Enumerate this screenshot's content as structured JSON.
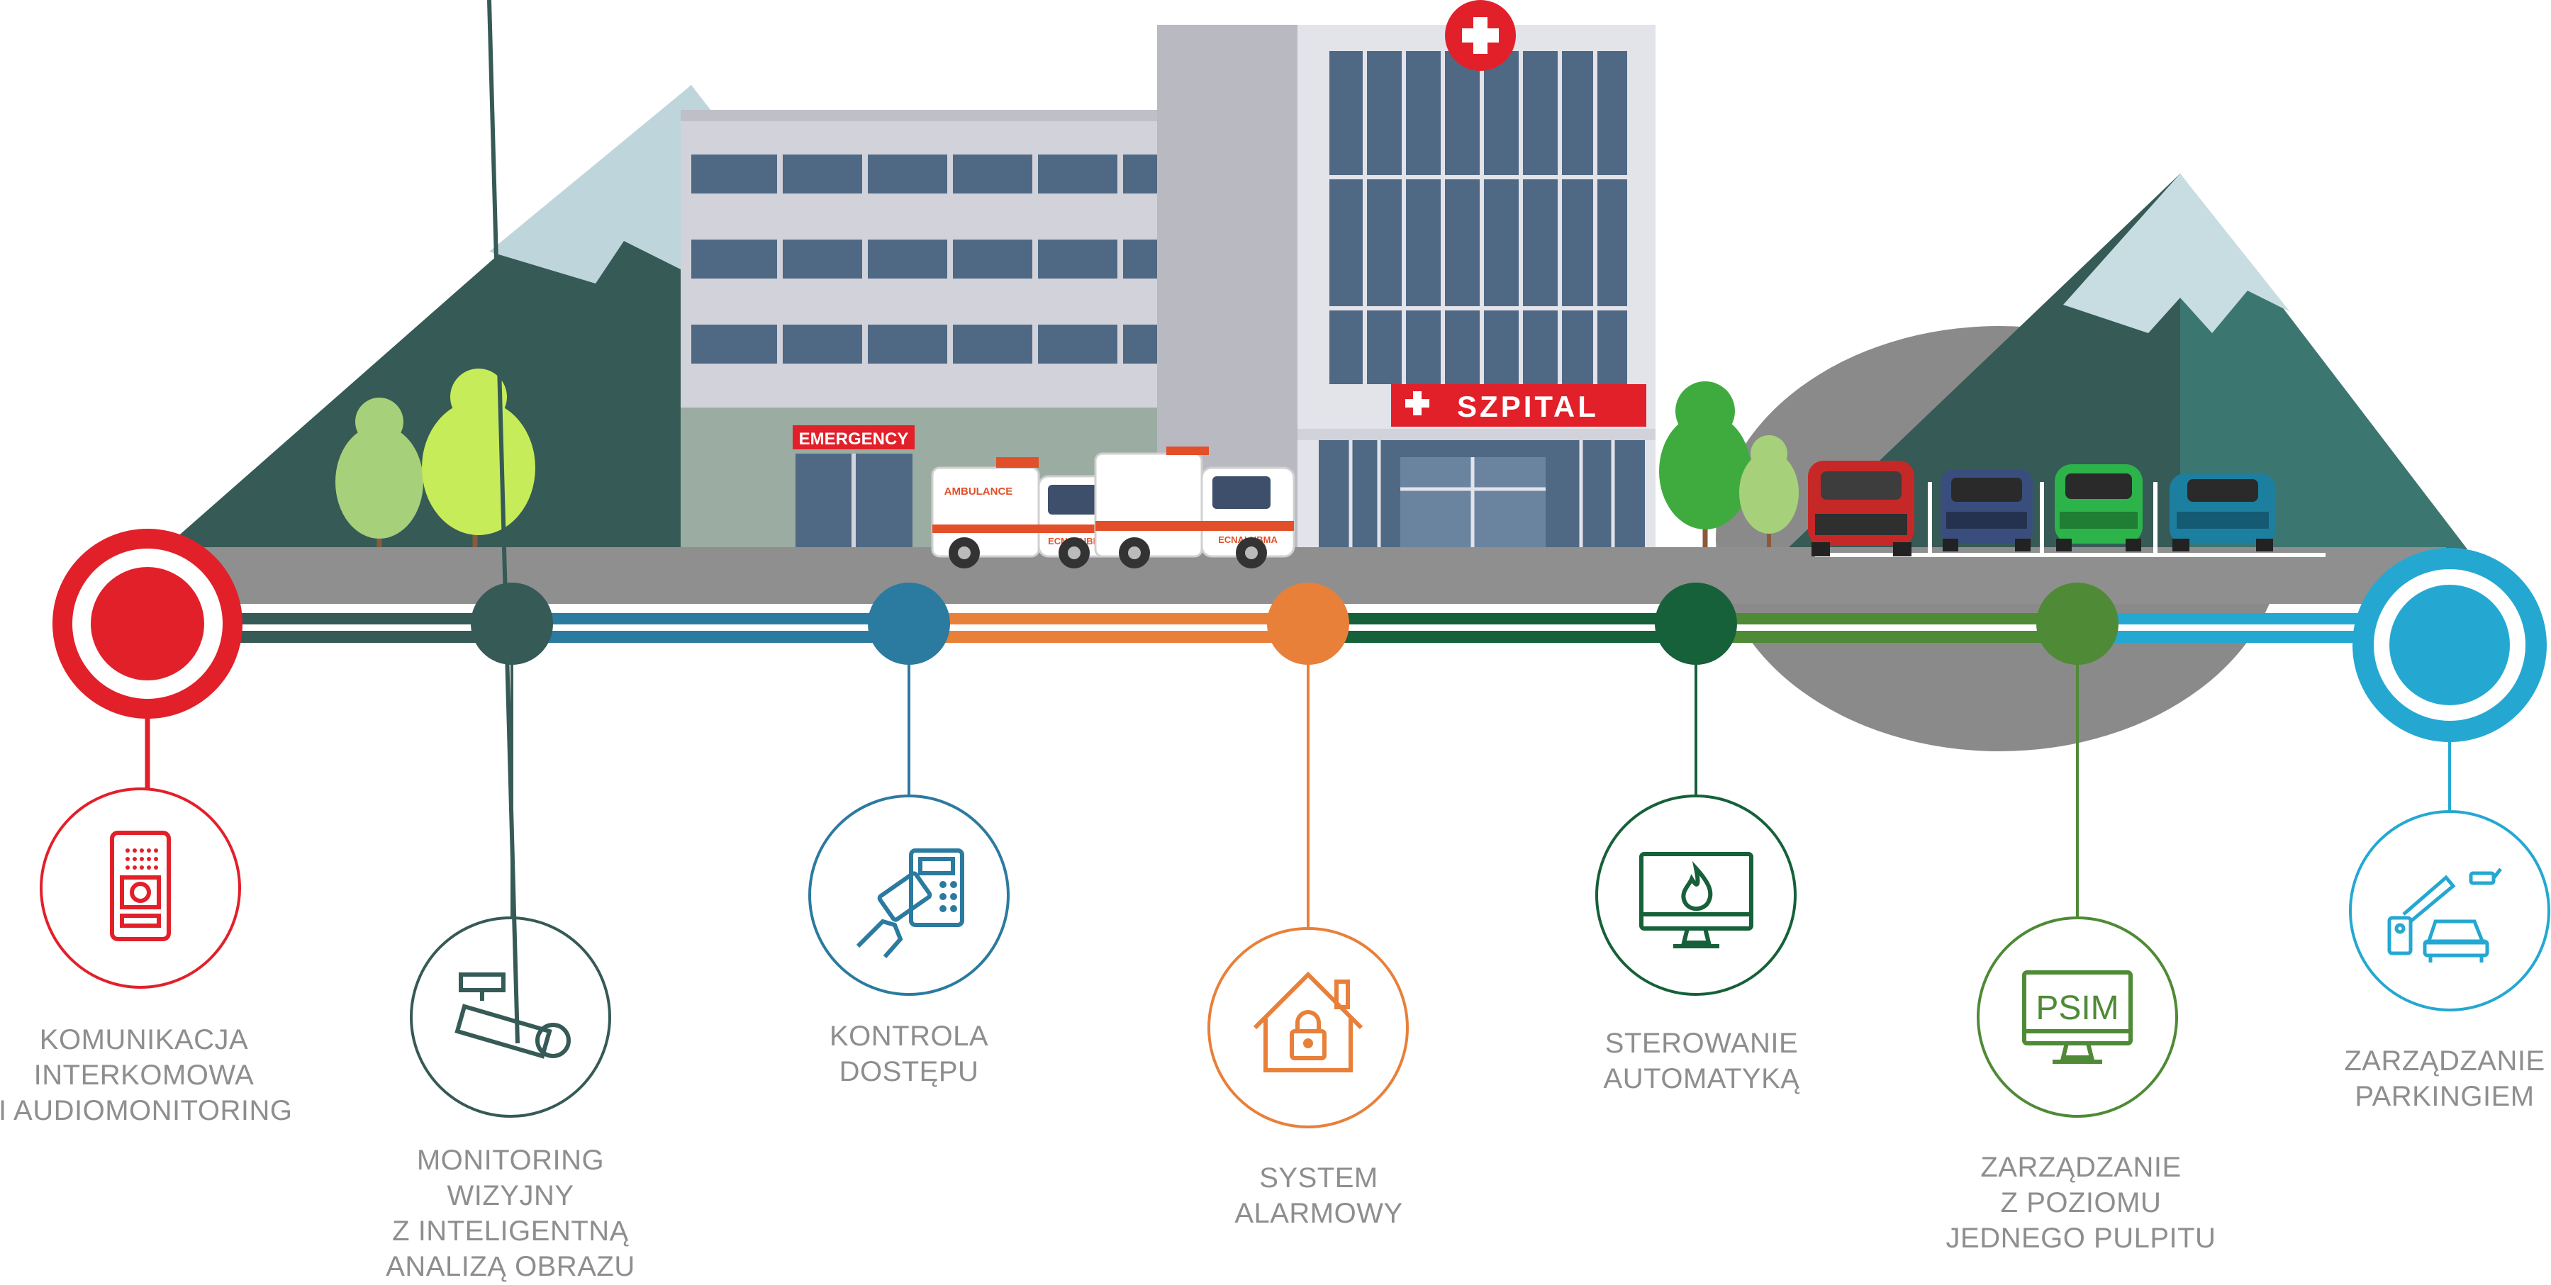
{
  "building": {
    "sign_main": "SZPITAL",
    "sign_emergency": "EMERGENCY",
    "ambulance_text": "AMBULANCE",
    "ambulance_mirror_text": "ECNALUBMA"
  },
  "features": [
    {
      "id": "intercom",
      "lines": [
        "KOMUNIKACJA",
        "INTERKOMOWA",
        "I AUDIOMONITORING"
      ],
      "color": "#e2202a",
      "icon": "intercom-icon"
    },
    {
      "id": "cctv",
      "lines": [
        "MONITORING",
        "WIZYJNY",
        "Z INTELIGENTNĄ",
        "ANALIZĄ OBRAZU"
      ],
      "color": "#365a56",
      "icon": "cctv-camera-icon"
    },
    {
      "id": "access",
      "lines": [
        "KONTROLA",
        "DOSTĘPU"
      ],
      "color": "#2b7aa0",
      "icon": "access-card-icon"
    },
    {
      "id": "alarm",
      "lines": [
        "SYSTEM",
        "ALARMOWY"
      ],
      "color": "#e8803a",
      "icon": "house-lock-icon"
    },
    {
      "id": "automation",
      "lines": [
        "STEROWANIE",
        "AUTOMATYKĄ"
      ],
      "color": "#16603a",
      "icon": "monitor-fire-icon"
    },
    {
      "id": "psim",
      "lines": [
        "ZARZĄDZANIE",
        "Z POZIOMU",
        "JEDNEGO PULPITU"
      ],
      "color": "#4f8a36",
      "icon": "psim-monitor-icon",
      "icon_text": "PSIM"
    },
    {
      "id": "parking",
      "lines": [
        "ZARZĄDZANIE",
        "PARKINGIEM"
      ],
      "color": "#24a8d2",
      "icon": "parking-barrier-icon"
    }
  ]
}
